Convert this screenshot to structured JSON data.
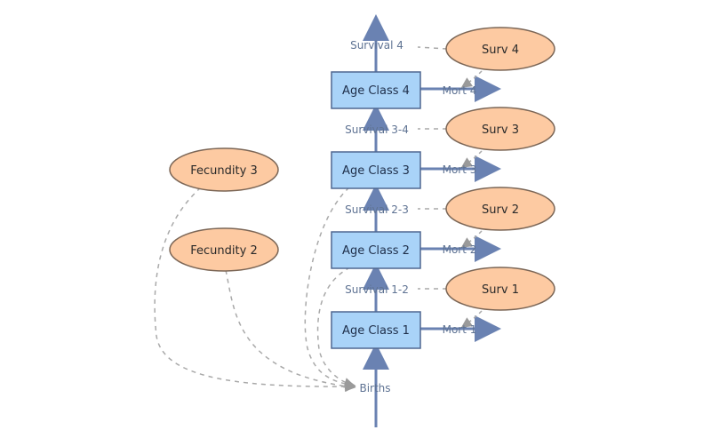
{
  "colors": {
    "stock_fill": "#a9d3f8",
    "stock_stroke": "#4f6790",
    "flow": "#6a82b2",
    "oval_fill": "#fdcaa2",
    "oval_stroke": "#7b6656",
    "link": "#a9a9a9"
  },
  "diagram": {
    "stocks": [
      {
        "label": "Age Class 4"
      },
      {
        "label": "Age Class 3"
      },
      {
        "label": "Age Class 2"
      },
      {
        "label": "Age Class 1"
      }
    ],
    "flows": [
      {
        "label": "Survival 4"
      },
      {
        "label": "Survival 3-4"
      },
      {
        "label": "Survival 2-3"
      },
      {
        "label": "Survival 1-2"
      },
      {
        "label": "Births"
      },
      {
        "label": "Mort 4"
      },
      {
        "label": "Mort 3"
      },
      {
        "label": "Mort 2"
      },
      {
        "label": "Mort 1"
      }
    ],
    "variables": [
      {
        "label": "Surv 4"
      },
      {
        "label": "Surv 3"
      },
      {
        "label": "Surv 2"
      },
      {
        "label": "Surv 1"
      },
      {
        "label": "Fecundity 3"
      },
      {
        "label": "Fecundity 2"
      }
    ]
  }
}
